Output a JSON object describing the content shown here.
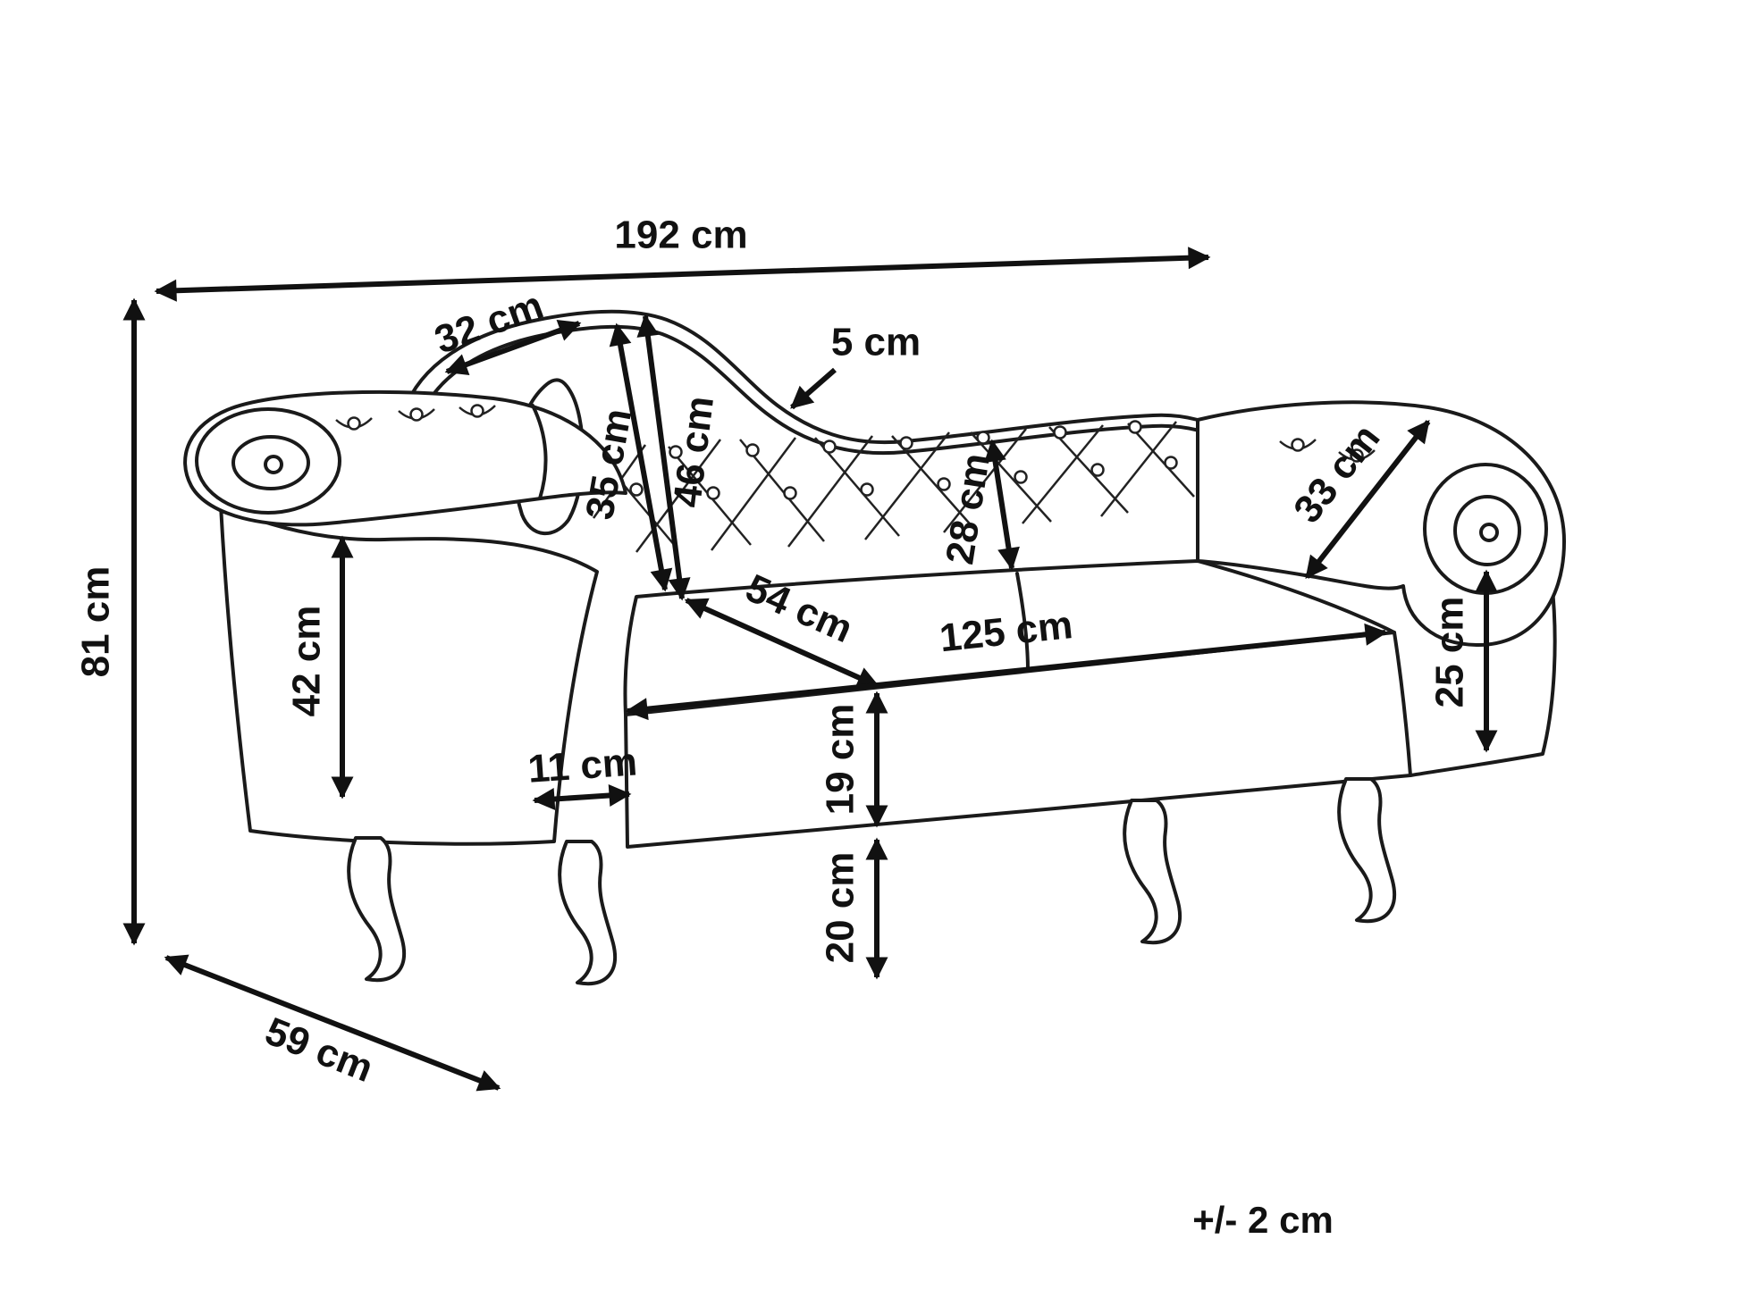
{
  "diagram": {
    "product": "chaise-longue-dimension-drawing",
    "unit": "cm",
    "tolerance": "+/- 2 cm",
    "dimensions": {
      "overall_length": "192 cm",
      "overall_height": "81 cm",
      "overall_depth": "59 cm",
      "backrest_top_edge": "32 cm",
      "backrest_thickness": "5 cm",
      "cushion_height": "35 cm",
      "backrest_height": "46 cm",
      "backrest_low_height": "28 cm",
      "right_armrest_width": "33 cm",
      "left_armrest_height": "42 cm",
      "seat_depth": "54 cm",
      "seat_length": "125 cm",
      "armrest_front_width": "11 cm",
      "seat_frame_height": "19 cm",
      "leg_height": "20 cm",
      "right_armrest_front_height": "25 cm"
    }
  }
}
